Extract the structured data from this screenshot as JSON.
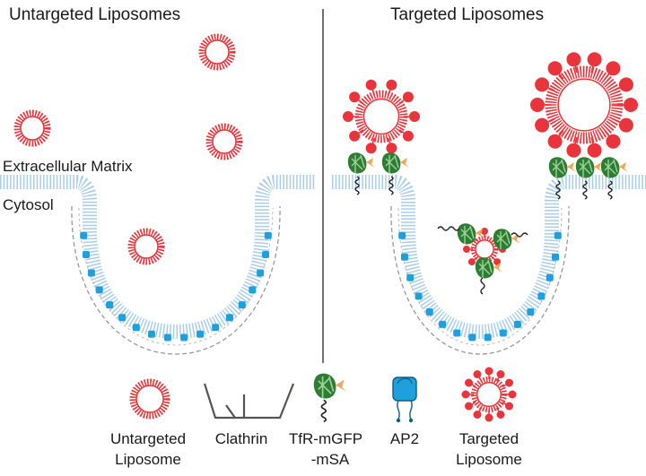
{
  "panels": {
    "left_title": "Untargeted Liposomes",
    "right_title": "Targeted Liposomes"
  },
  "regions": {
    "extracellular": "Extracellular Matrix",
    "cytosol": "Cytosol"
  },
  "legend": {
    "untargeted": [
      "Untargeted",
      "Liposome"
    ],
    "clathrin": "Clathrin",
    "receptor": [
      "TfR-mGFP",
      "-mSA"
    ],
    "adaptor": "AP2",
    "targeted": [
      "Targeted",
      "Liposome"
    ]
  },
  "colors": {
    "liposome_red": "#e8343a",
    "membrane_blue": "#a9cde8",
    "ap2_blue": "#1ea0dc",
    "protein_green": "#2e7d32",
    "clathrin_gray": "#7a7a7a",
    "divider": "#333333"
  },
  "icons": [
    "untargeted-liposome-icon",
    "clathrin-icon",
    "receptor-icon",
    "ap2-icon",
    "targeted-liposome-icon"
  ]
}
